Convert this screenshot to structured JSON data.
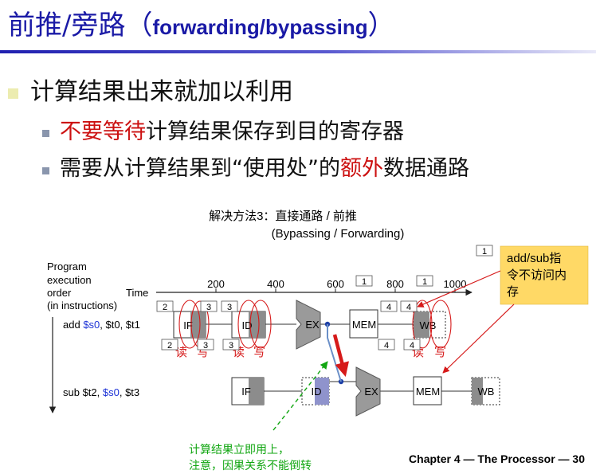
{
  "slide": {
    "title_cn": "前推/旁路",
    "title_paren_open": "（",
    "title_en": "forwarding/bypassing",
    "title_paren_close": "）",
    "bullet1": "计算结果出来就加以利用",
    "bullet2_red": "不要等待",
    "bullet2_rest": "计算结果保存到目的寄存器",
    "bullet3_a": "需要从计算结果到“使用处”的",
    "bullet3_red": "额外",
    "bullet3_b": "数据通路",
    "footer": "Chapter 4 — The Processor — 30"
  },
  "diagram": {
    "caption_line1": "解决方法3：直接通路 /  前推",
    "caption_line2": "(Bypassing  /  Forwarding)",
    "axis_label": [
      "Program",
      "execution",
      "order",
      "(in instructions)"
    ],
    "time_label": "Time",
    "ticks": [
      "200",
      "400",
      "600",
      "800",
      "1000"
    ],
    "tick_boxes": [
      "1",
      "1",
      "1"
    ],
    "instr1_prefix": "add ",
    "instr1_reg": "$s0",
    "instr1_suffix": ", $t0, $t1",
    "instr2_prefix": "sub $t2, ",
    "instr2_reg": "$s0",
    "instr2_suffix": ", $t3",
    "stages": {
      "if": "IF",
      "id": "ID",
      "ex": "EX",
      "mem": "MEM",
      "wb": "WB"
    },
    "num_boxes_top": [
      "2",
      "3",
      "3",
      "4",
      "4"
    ],
    "num_boxes_bottom": [
      "2",
      "3",
      "3",
      "4",
      "4"
    ],
    "rw_labels": [
      "读",
      "写",
      "读",
      "写",
      "读",
      "写"
    ],
    "callout": [
      "add/sub指",
      "令不访问内",
      "存"
    ],
    "green_note": [
      "计算结果立即用上，",
      "注意，因果关系不能倒转"
    ],
    "colors": {
      "title": "#1a1aa6",
      "red": "#cc1111",
      "green": "#11a611",
      "callout_bg": "#ffd966",
      "shade": "#8c8c8c",
      "id_blue": "#8f93cc"
    }
  }
}
